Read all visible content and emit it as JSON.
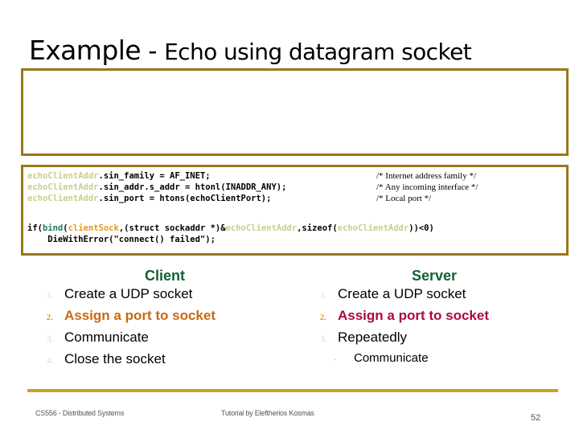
{
  "slide": {
    "title_main": "Example",
    "title_separator": " - ",
    "title_sub": "Echo using datagram socket"
  },
  "code_top": {
    "lines": []
  },
  "code_block_1": {
    "lines": [
      {
        "parts": [
          {
            "t": "echoClientAddr",
            "c": "var"
          },
          {
            "t": ".sin_family = AF_INET;",
            "c": "plain"
          }
        ],
        "comment": "/* Internet address family */"
      },
      {
        "parts": [
          {
            "t": "echoClientAddr",
            "c": "var"
          },
          {
            "t": ".sin_addr.s_addr = htonl(INADDR_ANY);",
            "c": "plain"
          }
        ],
        "comment": "/* Any incoming interface */"
      },
      {
        "parts": [
          {
            "t": "echoClientAddr",
            "c": "var"
          },
          {
            "t": ".sin_port = htons(echoClientPort);",
            "c": "plain"
          }
        ],
        "comment": "/* Local port */"
      }
    ]
  },
  "code_block_2": {
    "lines": [
      {
        "parts": [
          {
            "t": "if(",
            "c": "plain"
          },
          {
            "t": "bind",
            "c": "fn"
          },
          {
            "t": "(",
            "c": "plain"
          },
          {
            "t": "clientSock",
            "c": "arg"
          },
          {
            "t": ",(struct sockaddr *)&",
            "c": "plain"
          },
          {
            "t": "echoClientAddr",
            "c": "var"
          },
          {
            "t": ",sizeof(",
            "c": "plain"
          },
          {
            "t": "echoClientAddr",
            "c": "var"
          },
          {
            "t": "))<0)",
            "c": "plain"
          }
        ],
        "comment": ""
      },
      {
        "parts": [
          {
            "t": "    DieWithError(\"connect() failed\");",
            "c": "plain"
          }
        ],
        "comment": ""
      }
    ]
  },
  "client": {
    "heading": "Client",
    "steps": [
      {
        "num": "1.",
        "text": "Create a UDP socket",
        "style": "normal",
        "num_style": "normal"
      },
      {
        "num": "2.",
        "text": "Assign a port to socket",
        "style": "orange",
        "num_style": "hl"
      },
      {
        "num": "3.",
        "text": "Communicate",
        "style": "normal",
        "num_style": "normal"
      },
      {
        "num": "4.",
        "text": "Close the socket",
        "style": "normal",
        "num_style": "normal"
      }
    ],
    "substeps": []
  },
  "server": {
    "heading": "Server",
    "steps": [
      {
        "num": "1.",
        "text": "Create a UDP socket",
        "style": "normal",
        "num_style": "normal"
      },
      {
        "num": "2.",
        "text": "Assign a port to socket",
        "style": "crimson",
        "num_style": "hl"
      },
      {
        "num": "3.",
        "text": "Repeatedly",
        "style": "normal",
        "num_style": "normal"
      }
    ],
    "substeps": [
      {
        "bullet": "·",
        "text": "Communicate"
      }
    ]
  },
  "footer": {
    "course": "CS556 - Distributed Systems",
    "tutorial": "Tutorial by Eleftherios Kosmas",
    "page": "52"
  },
  "colors": {
    "box_border": "#99771b",
    "heading_green": "#136034",
    "client_highlight": "#c66a10",
    "server_highlight": "#aa0a3c",
    "footer_rule": "#c9a227",
    "code_var": "#c8ce8c",
    "code_fn": "#1f7a5a",
    "code_arg": "#e09a1b",
    "number_pale": "#d7dca6",
    "number_gold": "#d3a90f"
  }
}
